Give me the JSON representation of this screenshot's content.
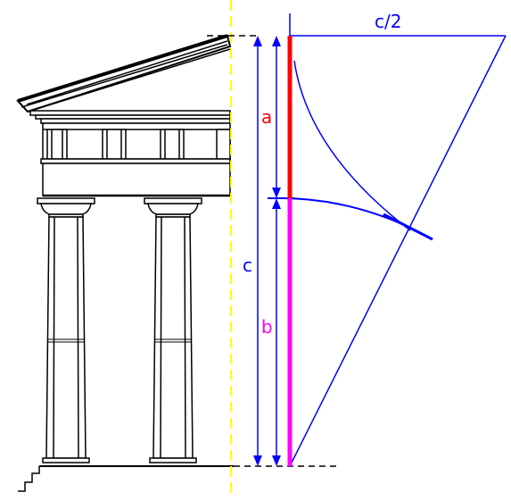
{
  "labels": {
    "half_c": "c/2",
    "a": "a",
    "b": "b",
    "c": "c"
  },
  "colors": {
    "construction": "#0000ff",
    "segment_a": "#ff0000",
    "segment_b": "#ff00ff",
    "axis": "#ffff00",
    "drawing": "#000000",
    "background": "#ffffff"
  },
  "icons": {
    "temple": "greek-temple-half-elevation"
  }
}
